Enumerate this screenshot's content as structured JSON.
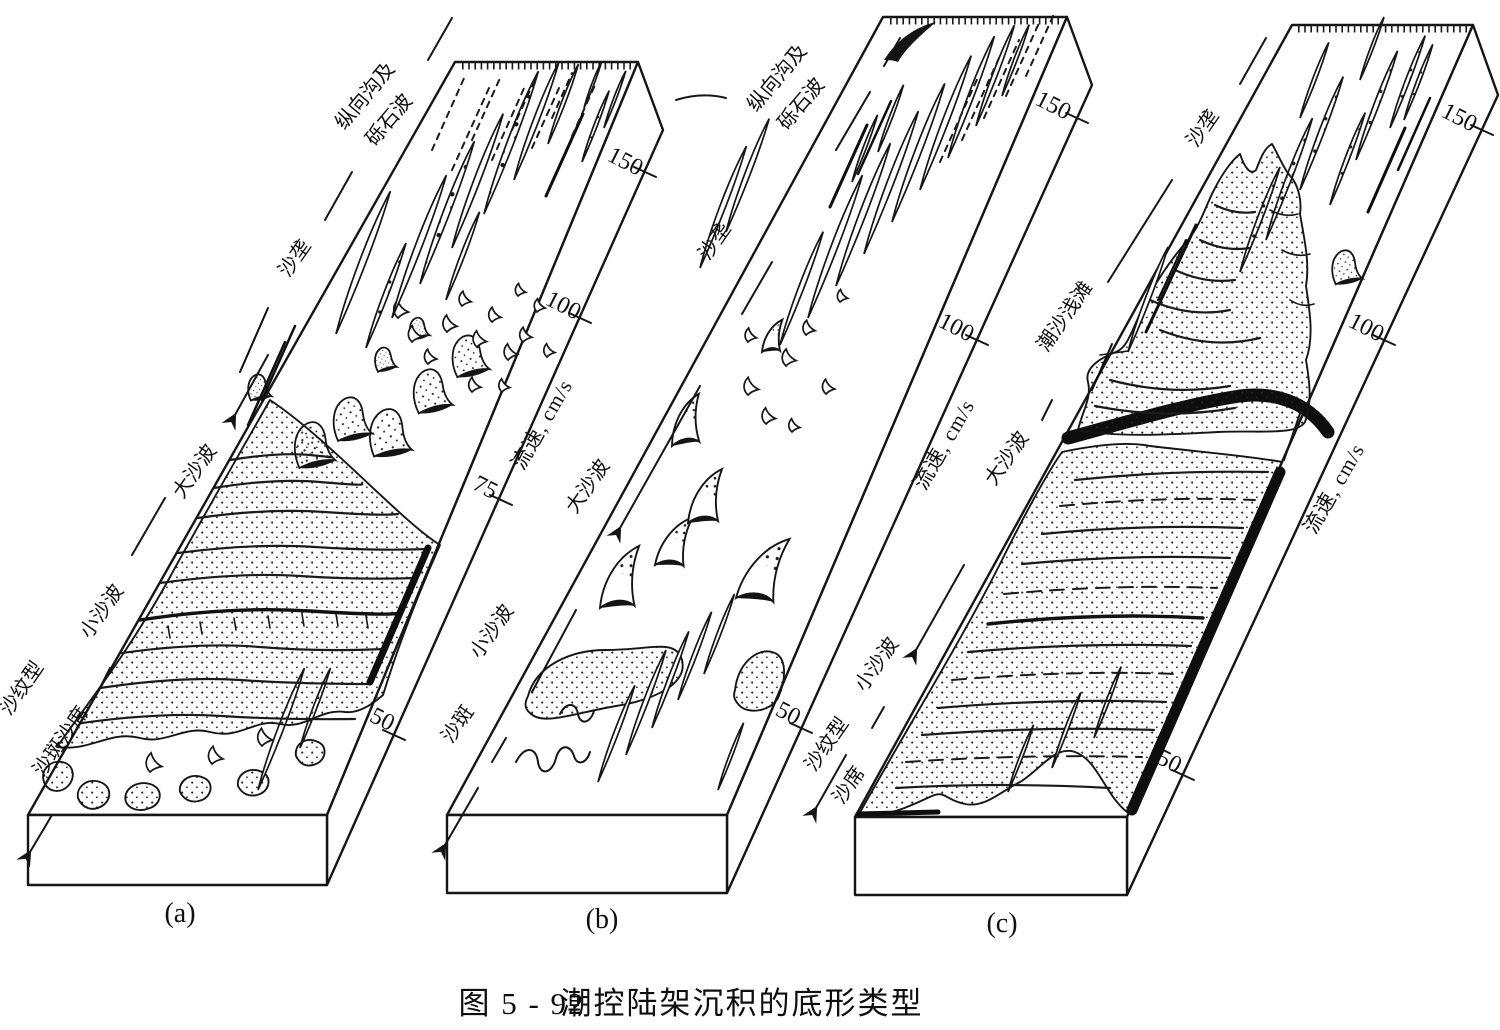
{
  "figure": {
    "caption_number": "图 5 - 92",
    "caption_title": "潮控陆架沉积的底形类型"
  },
  "panels": [
    {
      "label": "(a)",
      "zones": {
        "ripple_type": "沙纹型",
        "sand_patch_sheet": "沙斑沙席",
        "small_sand_waves": "小沙波",
        "large_sand_waves": "大沙波",
        "sand_ridges": "沙垄",
        "furrows_line1": "纵向沟及",
        "furrows_line2": "砾石波"
      },
      "axis": {
        "title": "流速, cm/s",
        "t50": "50",
        "t75": "75",
        "t100": "100",
        "t150": "150"
      }
    },
    {
      "label": "(b)",
      "zones": {
        "sand_patch": "沙斑",
        "small_sand_waves": "小沙波",
        "large_sand_waves": "大沙波",
        "sand_ridges": "沙垄",
        "furrows_line1": "纵向沟及",
        "furrows_line2": "砾石波"
      },
      "axis": {
        "title": "流速, cm/s",
        "t50": "50",
        "t100": "100",
        "t150": "150"
      }
    },
    {
      "label": "(c)",
      "zones": {
        "ripple_type": "沙纹型",
        "sand_sheet": "沙席",
        "small_sand_waves": "小沙波",
        "large_sand_waves": "大沙波",
        "tidal_sand_shoal": "潮沙浅滩",
        "sand_ridges": "沙垄"
      },
      "axis": {
        "title": "流速, cm/s",
        "t50": "50",
        "t100": "100",
        "t150": "150"
      }
    }
  ]
}
